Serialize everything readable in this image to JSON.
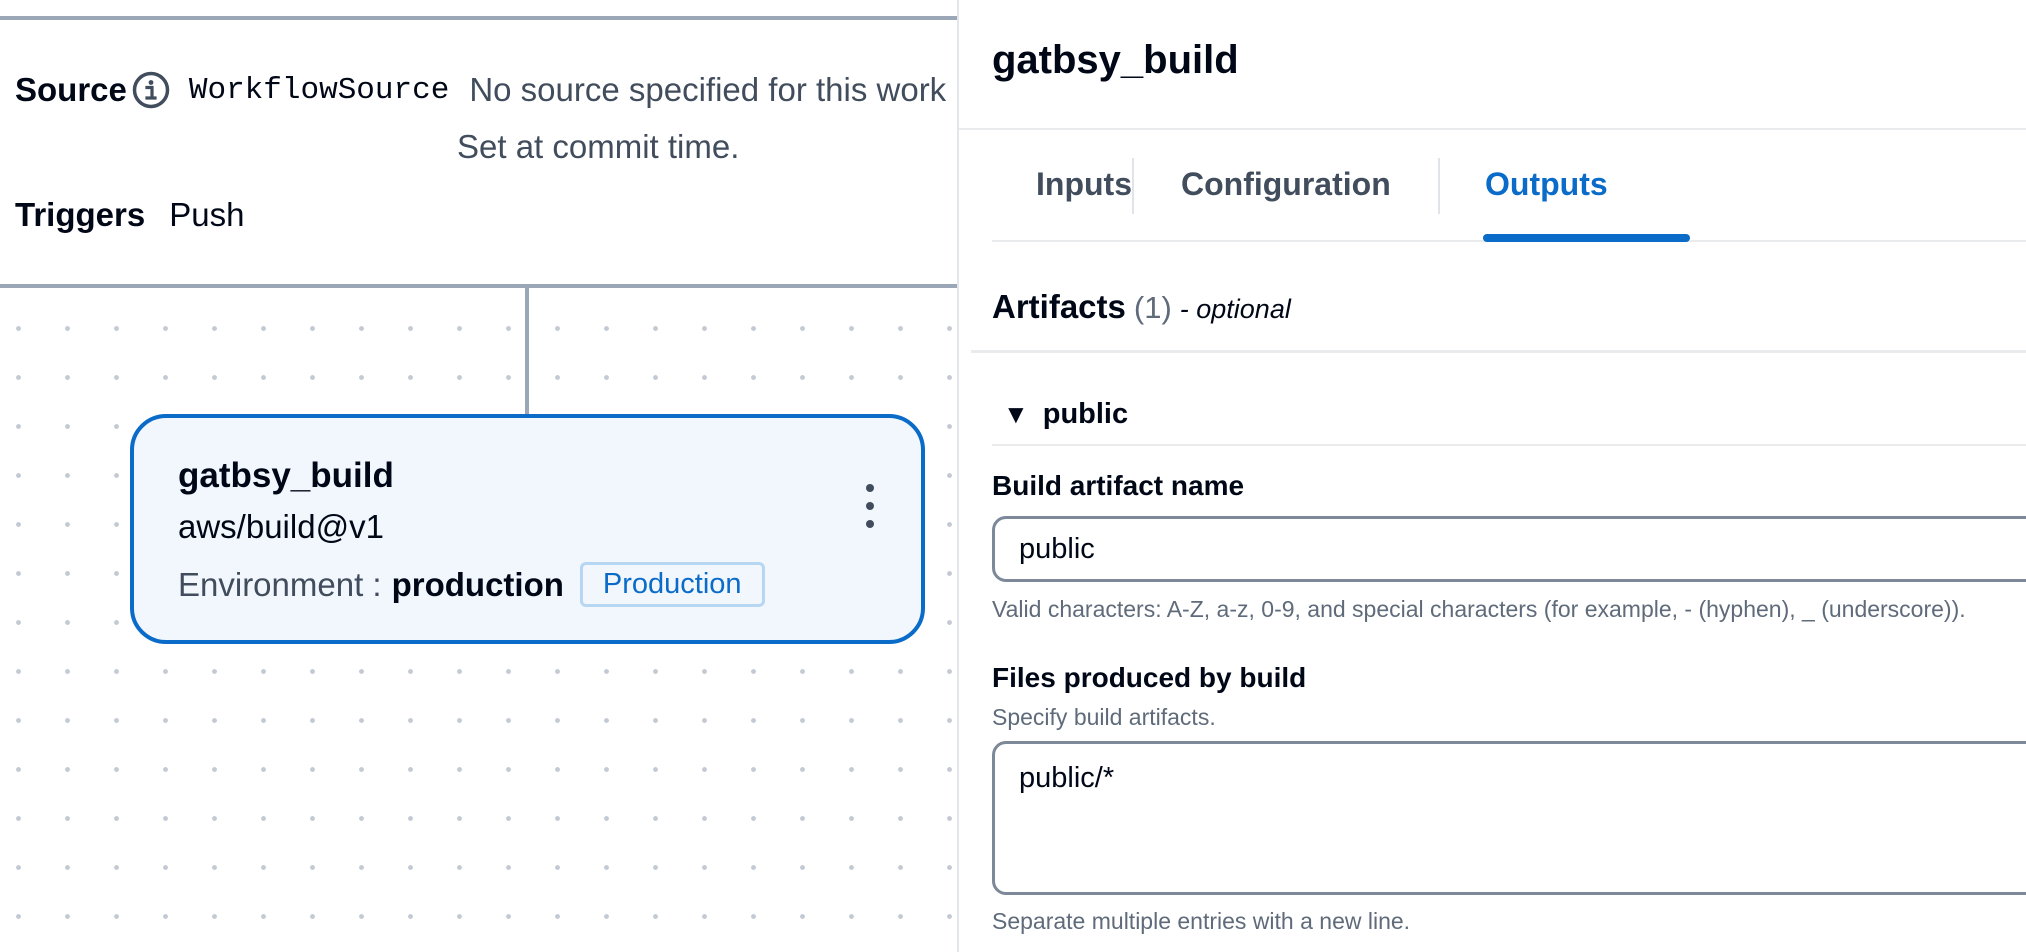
{
  "workflow": {
    "source_label": "Source",
    "source_value": "WorkflowSource",
    "source_desc_line1": "No source specified for this work",
    "source_desc_line2": "Set at commit time.",
    "triggers_label": "Triggers",
    "triggers_value": "Push"
  },
  "node": {
    "title": "gatbsy_build",
    "action": "aws/build@v1",
    "env_label": "Environment :",
    "env_value": "production",
    "env_badge": "Production"
  },
  "panel": {
    "title": "gatbsy_build",
    "tabs": [
      {
        "label": "Inputs",
        "active": false
      },
      {
        "label": "Configuration",
        "active": false
      },
      {
        "label": "Outputs",
        "active": true
      }
    ],
    "artifacts": {
      "heading": "Artifacts",
      "count": "(1)",
      "optional": "- optional",
      "items": [
        {
          "name": "public",
          "expanded": true,
          "name_field": {
            "label": "Build artifact name",
            "value": "public",
            "hint": "Valid characters: A-Z, a-z, 0-9, and special characters (for example, - (hyphen), _ (underscore))."
          },
          "files_field": {
            "label": "Files produced by build",
            "description": "Specify build artifacts.",
            "value": "public/*",
            "hint": "Separate multiple entries with a new line."
          }
        }
      ]
    }
  },
  "colors": {
    "accent": "#0a6bc8",
    "node_bg": "#f1f7fd",
    "divider": "#9ba7b6"
  }
}
